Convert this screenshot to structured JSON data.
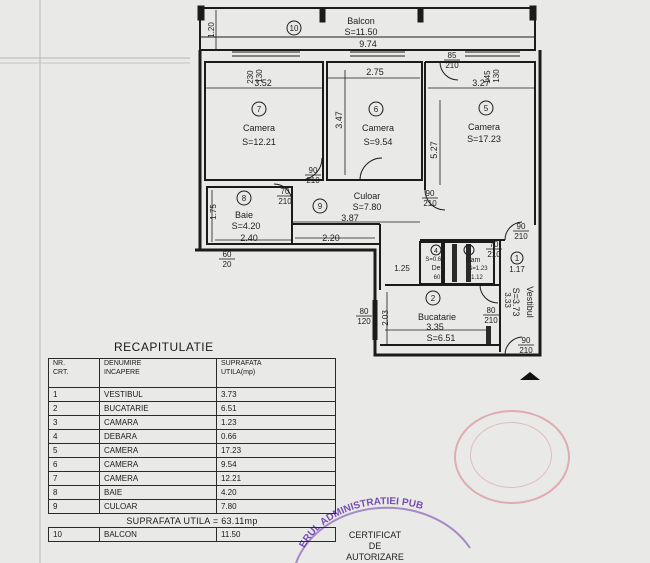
{
  "rooms": [
    {
      "no": "10",
      "name": "Balcon",
      "area": "S=11.50"
    },
    {
      "no": "7",
      "name": "Camera",
      "area": "S=12.21"
    },
    {
      "no": "6",
      "name": "Camera",
      "area": "S=9.54"
    },
    {
      "no": "5",
      "name": "Camera",
      "area": "S=17.23"
    },
    {
      "no": "8",
      "name": "Baie",
      "area": "S=4.20"
    },
    {
      "no": "9",
      "name": "Culoar",
      "area": "S=7.80"
    },
    {
      "no": "4",
      "name": "Deb",
      "area": "S=0.66"
    },
    {
      "no": "3",
      "name": "Cam",
      "area": "S=1.23"
    },
    {
      "no": "2",
      "name": "Bucatarie",
      "area": "S=6.51"
    },
    {
      "no": "1",
      "name": "Vestibul",
      "area": "S=3.73"
    }
  ],
  "dimensions": {
    "balcon_width": "9.74",
    "balcon_depth": "1.20",
    "camera7_width": "3.52",
    "camera6_width": "2.75",
    "camera6_depth": "3.47",
    "camera5_width": "3.27",
    "camera5_depth": "5.27",
    "culoar_length": "3.87",
    "baie_width": "2.40",
    "baie_depth": "1.75",
    "culoar_seg": "2.20",
    "bucatarie_width": "3.35",
    "bucatarie_depth": "2.03",
    "vestibul_width": "1.17",
    "deb_width": "1.25",
    "deb_small": "60",
    "cam_small": "1.12",
    "win_230_130": "230\n130",
    "win_145_130": "145\n130",
    "vest_333": "3.33"
  },
  "door_labels": {
    "d_85_210": "85\n210",
    "d_90_210_a": "90\n210",
    "d_70_210_a": "70\n210",
    "d_90_210_b": "90\n210",
    "d_90_210_c": "90\n210",
    "d_70_210_b": "70\n210",
    "d_80_210": "80\n210",
    "d_80_120": "80\n120",
    "d_90_210_d": "90\n210",
    "d_60_20": "60\n20"
  },
  "recap": {
    "title": "RECAPITULATIE",
    "headers": [
      "NR.\nCRT.",
      "DENUMIRE\nINCAPERE",
      "SUPRAFATA\nUTILA(mp)"
    ],
    "rows": [
      [
        "1",
        "VESTIBUL",
        "3.73"
      ],
      [
        "2",
        "BUCATARIE",
        "6.51"
      ],
      [
        "3",
        "CAMARA",
        "1.23"
      ],
      [
        "4",
        "DEBARA",
        "0.66"
      ],
      [
        "5",
        "CAMERA",
        "17.23"
      ],
      [
        "6",
        "CAMERA",
        "9.54"
      ],
      [
        "7",
        "CAMERA",
        "12.21"
      ],
      [
        "8",
        "BAIE",
        "4.20"
      ],
      [
        "9",
        "CULOAR",
        "7.80"
      ]
    ],
    "total": "SUPRAFATA UTILA = 63.11mp",
    "extra": [
      "10",
      "BALCON",
      "11.50"
    ]
  },
  "stamp": {
    "arc_text": "ERUL ADMINISTRATIEI PUB",
    "line1": "CERTIFICAT",
    "line2": "DE",
    "line3": "AUTORIZARE"
  }
}
